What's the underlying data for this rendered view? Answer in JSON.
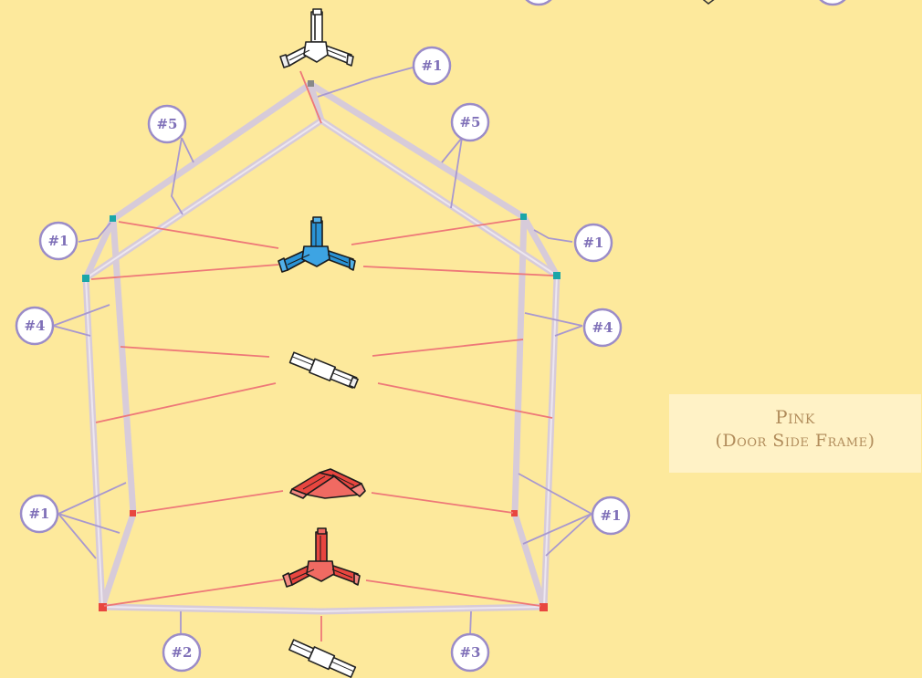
{
  "caption": {
    "line1": "Pink",
    "line2": "(Door Side Frame)"
  },
  "callouts": {
    "top_right_1": "#1",
    "left_5": "#5",
    "right_5": "#5",
    "left_upper_1": "#1",
    "right_upper_1": "#1",
    "left_4": "#4",
    "right_4": "#4",
    "left_lower_1": "#1",
    "right_lower_1": "#1",
    "bottom_2": "#2",
    "bottom_3": "#3"
  },
  "colors": {
    "background": "#fde99c",
    "frame_tube": "#ddd2e6",
    "leader_line": "#ee7878",
    "callout_stroke": "#9b8cc8",
    "callout_text": "#7f70b8",
    "blue_connector": "#2a93d5",
    "red_connector": "#e8463f",
    "white_connector": "#ffffff",
    "caption_text": "#b18c5b"
  },
  "connector_icons": [
    "white-3way-connector-icon",
    "blue-3way-connector-icon",
    "white-straight-connector-icon",
    "red-corner-connector-icon",
    "red-3way-connector-icon",
    "white-straight-connector-icon"
  ]
}
